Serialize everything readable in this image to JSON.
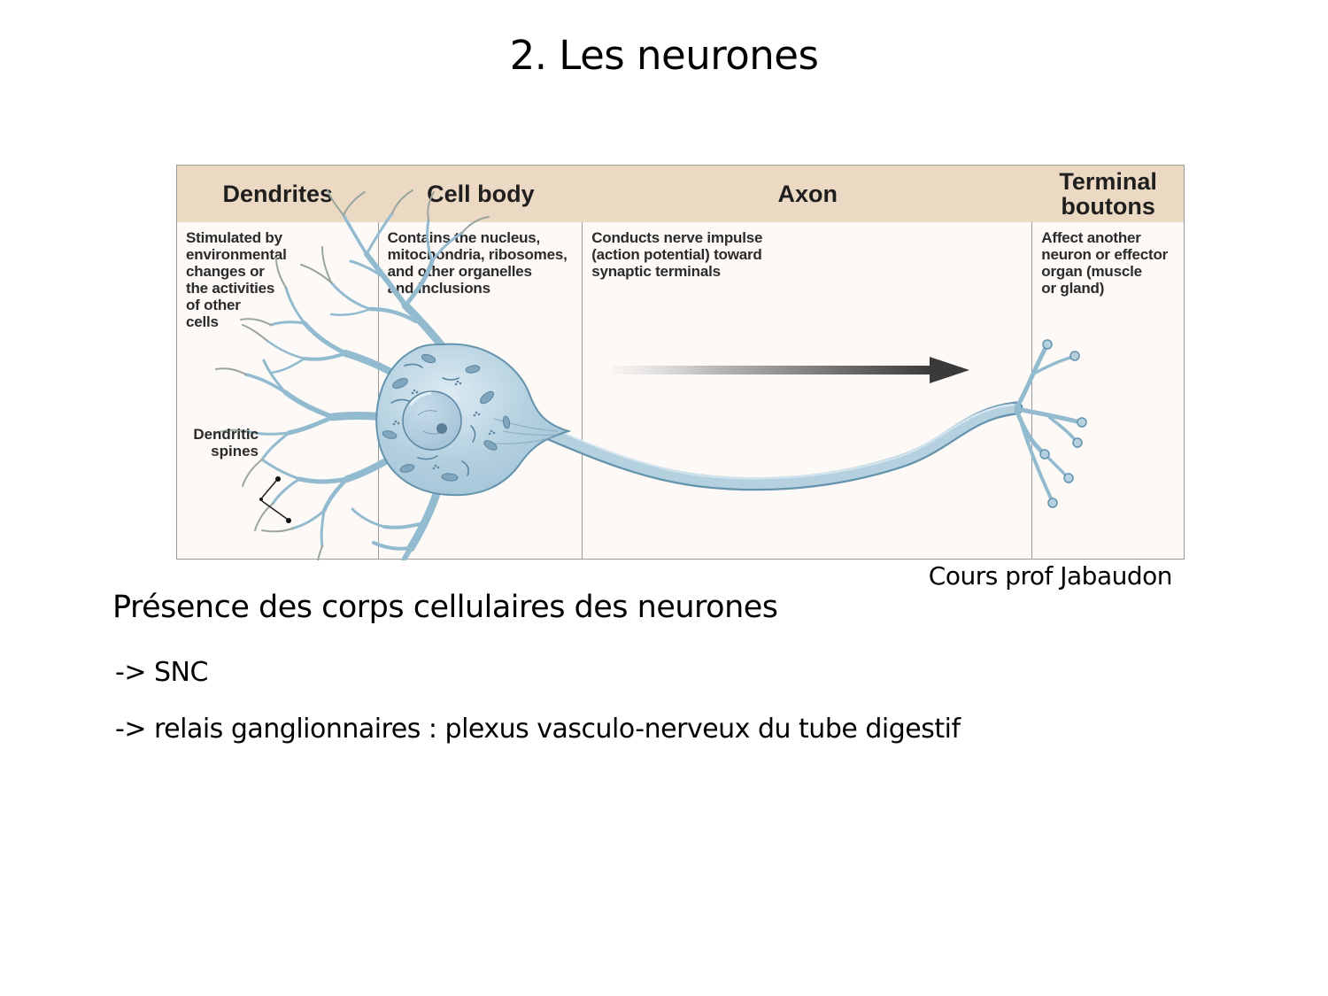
{
  "slide": {
    "title": "2. Les neurones",
    "credit": "Cours prof Jabaudon",
    "heading": "Présence des corps cellulaires des neurones",
    "bullet_1": "-> SNC",
    "bullet_2": "-> relais ganglionnaires : plexus vasculo-nerveux du tube digestif"
  },
  "figure": {
    "columns": [
      {
        "header": "Dendrites",
        "description": "Stimulated by\nenvironmental\nchanges or\nthe activities\nof other\ncells"
      },
      {
        "header": "Cell body",
        "description": "Contains the nucleus,\nmitochondria, ribosomes,\nand other organelles\nand inclusions"
      },
      {
        "header": "Axon",
        "description": "Conducts nerve impulse\n(action potential) toward\nsynaptic terminals"
      },
      {
        "header": "Terminal boutons",
        "description": "Affect another\nneuron or effector\norgan (muscle\nor gland)"
      }
    ],
    "annotation": {
      "dendritic_spines": "Dendritic\nspines"
    },
    "colors": {
      "header_bg": "#ecd9c4",
      "table_border": "#9a9a9a",
      "figure_bg": "#fdf9f6",
      "neuron_fill": "#b5d1e0",
      "neuron_outline": "#6493ad",
      "nucleus_fill": "#a3c2d6",
      "nucleus_outline": "#5c85a0",
      "organelle": "#7fa6bd",
      "dendrite": "#93bbd0",
      "twig": "#9aa59d",
      "arrow_light": "#d8d8d8",
      "arrow_dark": "#3a3a3a"
    }
  }
}
